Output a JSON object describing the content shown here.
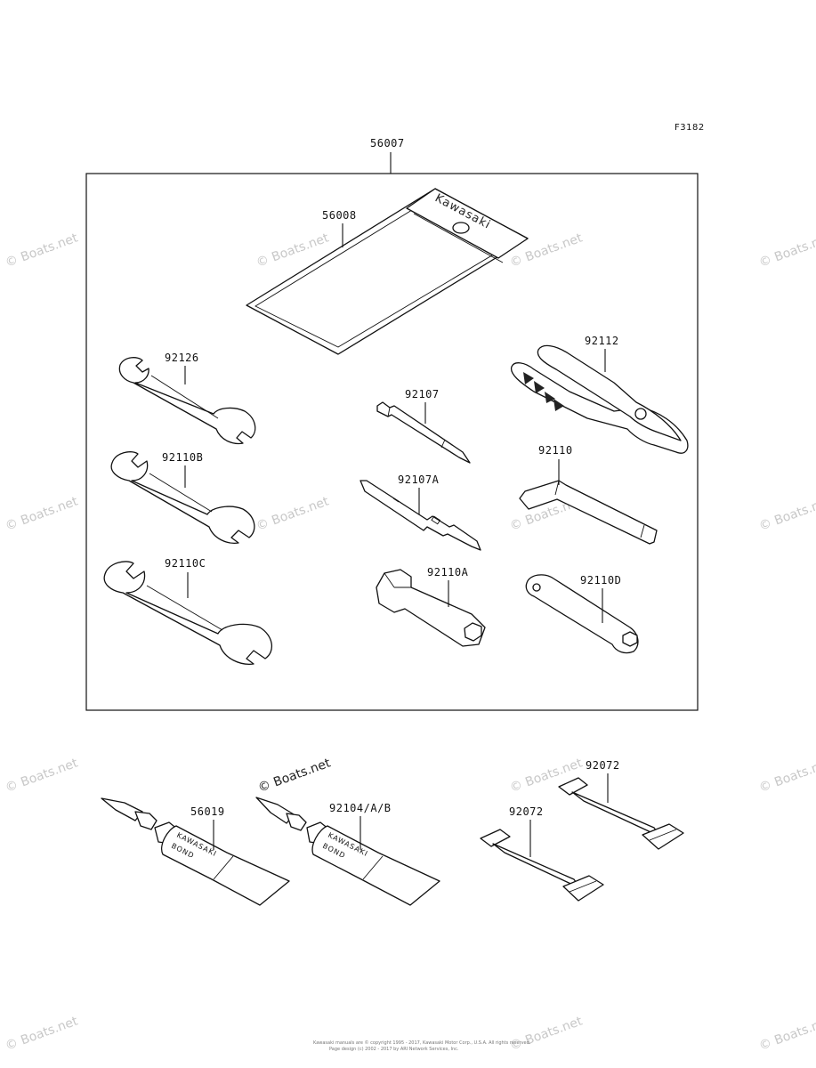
{
  "figure_code": "F3182",
  "assembly_label": "56007",
  "parts": {
    "pouch": {
      "label": "56008",
      "brand": "Kawasaki"
    },
    "wrench_1": {
      "label": "92126"
    },
    "wrench_2": {
      "label": "92110B"
    },
    "wrench_3": {
      "label": "92110C"
    },
    "screwdriver_1": {
      "label": "92107"
    },
    "screwdriver_2": {
      "label": "92107A"
    },
    "pliers": {
      "label": "92112"
    },
    "hex_key": {
      "label": "92110"
    },
    "spark_wrench_1": {
      "label": "92110A"
    },
    "spark_wrench_2": {
      "label": "92110D"
    },
    "bond_1": {
      "label": "56019",
      "tube_text_1": "KAWASAKI",
      "tube_text_2": "BOND"
    },
    "bond_2": {
      "label": "92104/A/B",
      "tube_text_1": "KAWASAKI",
      "tube_text_2": "BOND"
    },
    "band_1": {
      "label": "92072"
    },
    "band_2": {
      "label": "92072"
    }
  },
  "watermark": "© Boats.net",
  "footer": {
    "line1": "Kawasaki manuals are © copyright 1995 - 2017, Kawasaki Motor Corp., U.S.A. All rights reserved.",
    "line2": "Page design (c) 2002 - 2017 by ARI Network Services, Inc."
  },
  "colors": {
    "line": "#111111",
    "watermark": "#c8c8c8",
    "background": "#ffffff"
  }
}
